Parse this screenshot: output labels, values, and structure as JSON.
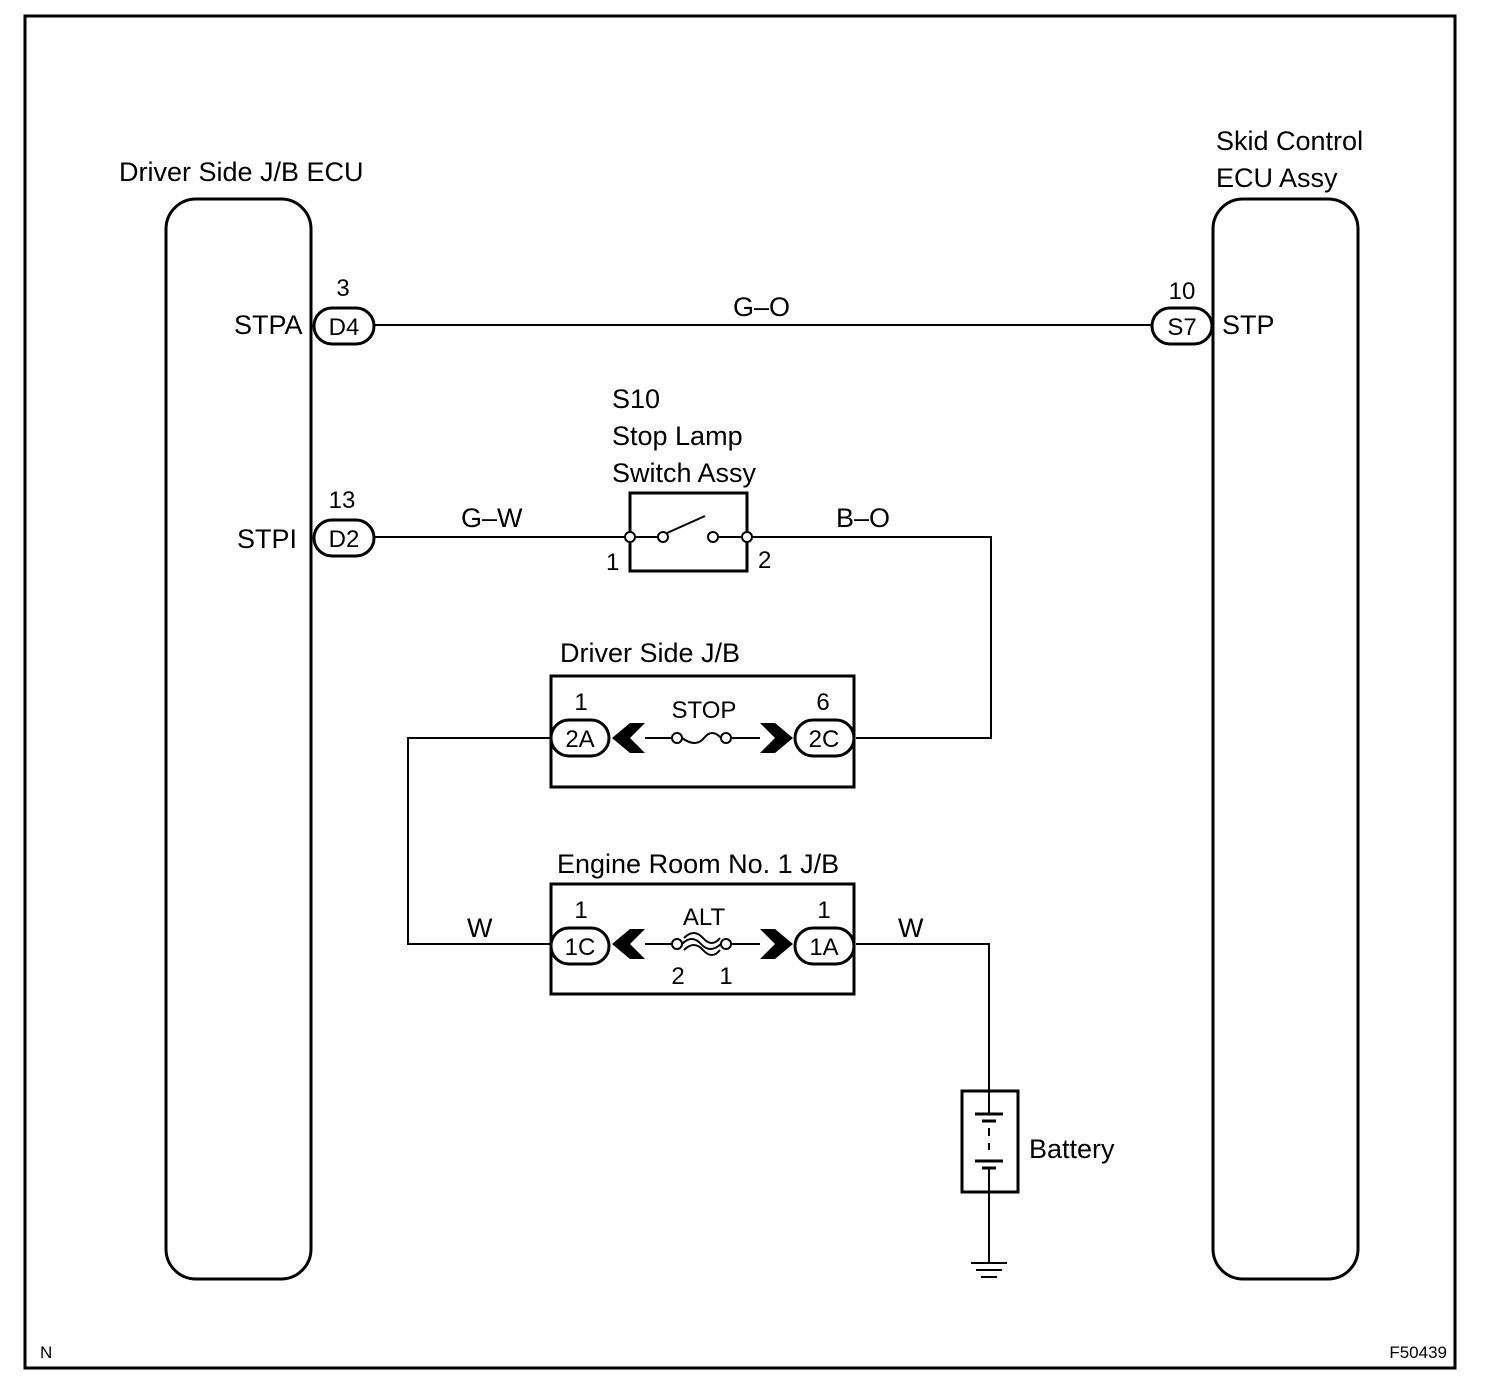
{
  "ecu_left": {
    "title": "Driver Side J/B ECU",
    "pin_stpa": "STPA",
    "pin_stpi": "STPI"
  },
  "ecu_right": {
    "title_line1": "Skid Control",
    "title_line2": "ECU Assy",
    "pin_stp": "STP"
  },
  "connectors": {
    "d4": {
      "code": "D4",
      "pin": "3"
    },
    "d2": {
      "code": "D2",
      "pin": "13"
    },
    "s7": {
      "code": "S7",
      "pin": "10"
    },
    "jb_2a": {
      "code": "2A",
      "pin": "1"
    },
    "jb_2c": {
      "code": "2C",
      "pin": "6"
    },
    "er_1c": {
      "code": "1C",
      "pin": "1"
    },
    "er_1a": {
      "code": "1A",
      "pin": "1"
    }
  },
  "wires": {
    "go": "G–O",
    "gw": "G–W",
    "bo": "B–O",
    "w_left": "W",
    "w_right": "W"
  },
  "stop_switch": {
    "id": "S10",
    "name_line1": "Stop Lamp",
    "name_line2": "Switch Assy",
    "pin1": "1",
    "pin2": "2"
  },
  "driver_jb": {
    "title": "Driver Side J/B",
    "fuse": "STOP"
  },
  "engine_jb": {
    "title": "Engine Room No. 1 J/B",
    "fuse": "ALT",
    "fuse_pin2": "2",
    "fuse_pin1": "1"
  },
  "battery": {
    "label": "Battery"
  },
  "footer": {
    "left": "N",
    "right": "F50439"
  }
}
